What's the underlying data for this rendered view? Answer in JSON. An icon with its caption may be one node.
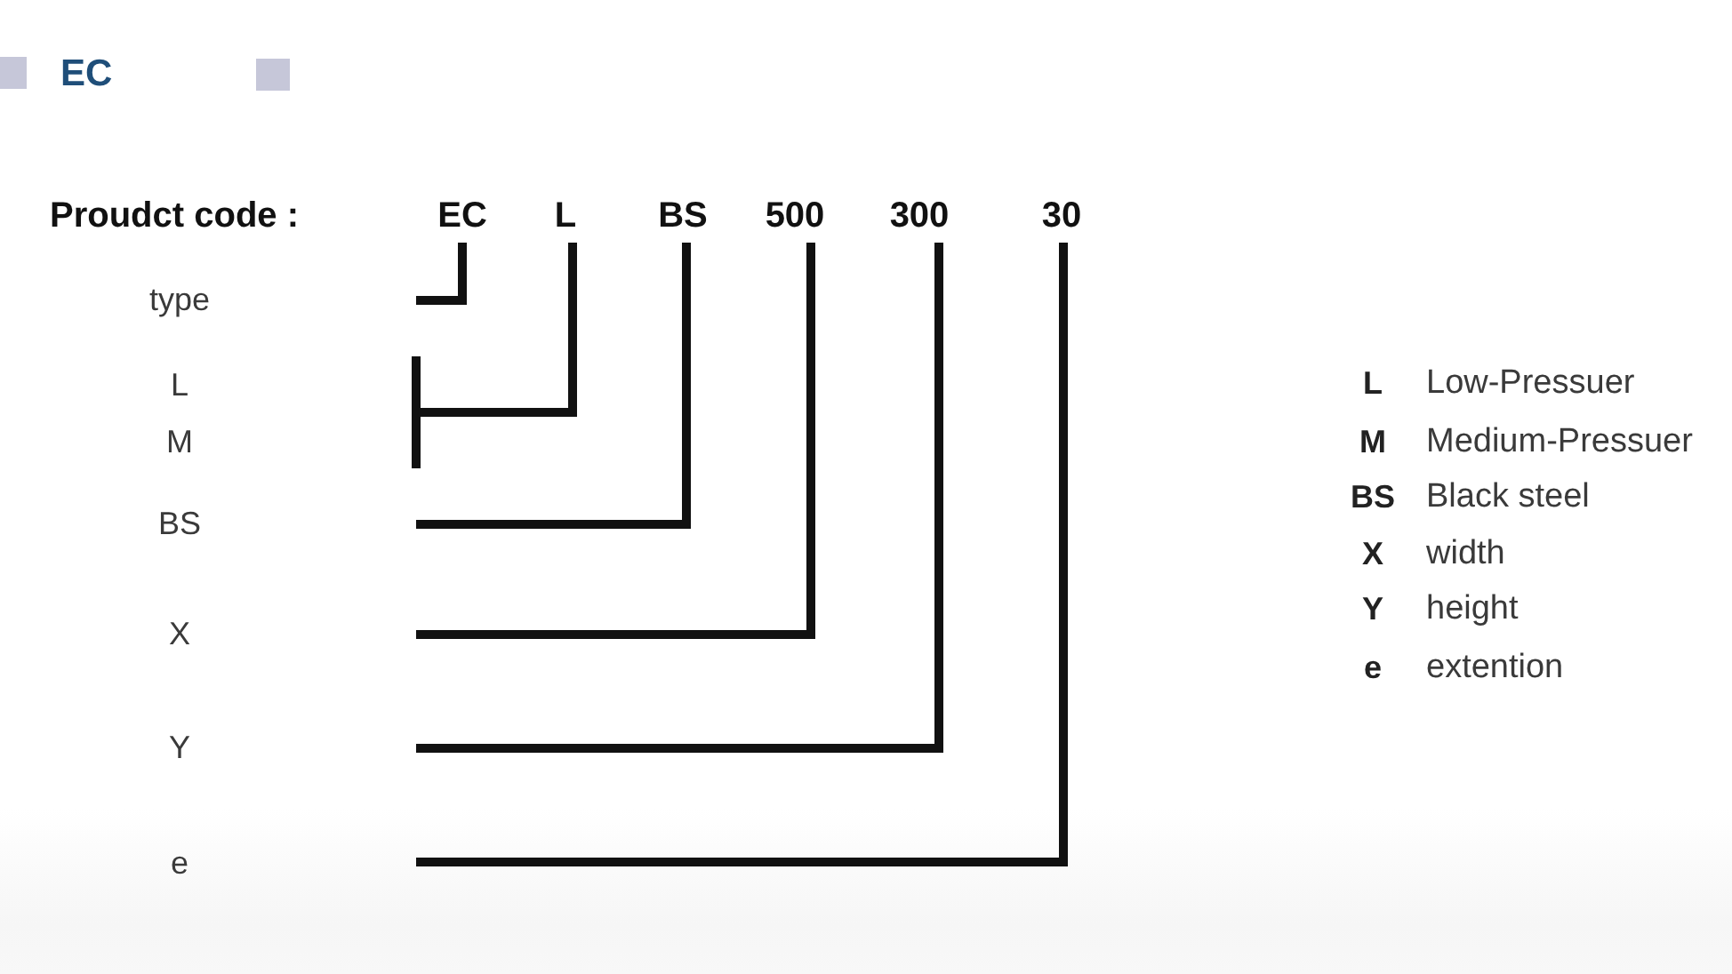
{
  "diagram": {
    "title": "EC",
    "nodes": [
      {
        "text": [
          "EC"
        ]
      },
      {
        "text": [
          "L"
        ]
      },
      {
        "text": [
          "BS"
        ]
      },
      {
        "text": [
          "500"
        ]
      },
      {
        "text": [
          "300"
        ]
      },
      {
        "text": [
          "30"
        ]
      }
    ],
    "edges": [
      {
        "from": 0,
        "to": null,
        "arrow": "none"
      },
      {
        "from": 1,
        "to": null,
        "arrow": "other"
      },
      {
        "from": 2,
        "to": null,
        "arrow": "none"
      },
      {
        "from": 3,
        "to": null,
        "arrow": "none"
      },
      {
        "from": 4,
        "to": null,
        "arrow": "none"
      },
      {
        "from": 5,
        "to": null,
        "arrow": "none"
      }
    ],
    "labels": [
      "Proudct code :",
      "type",
      "L",
      "M",
      "BS",
      "X",
      "Y",
      "e",
      "L",
      "Low-Pressuer",
      "M",
      "Medium-Pressuer",
      "BS",
      "Black steel",
      "X",
      "width",
      "Y",
      "height",
      "e",
      "extention"
    ]
  }
}
